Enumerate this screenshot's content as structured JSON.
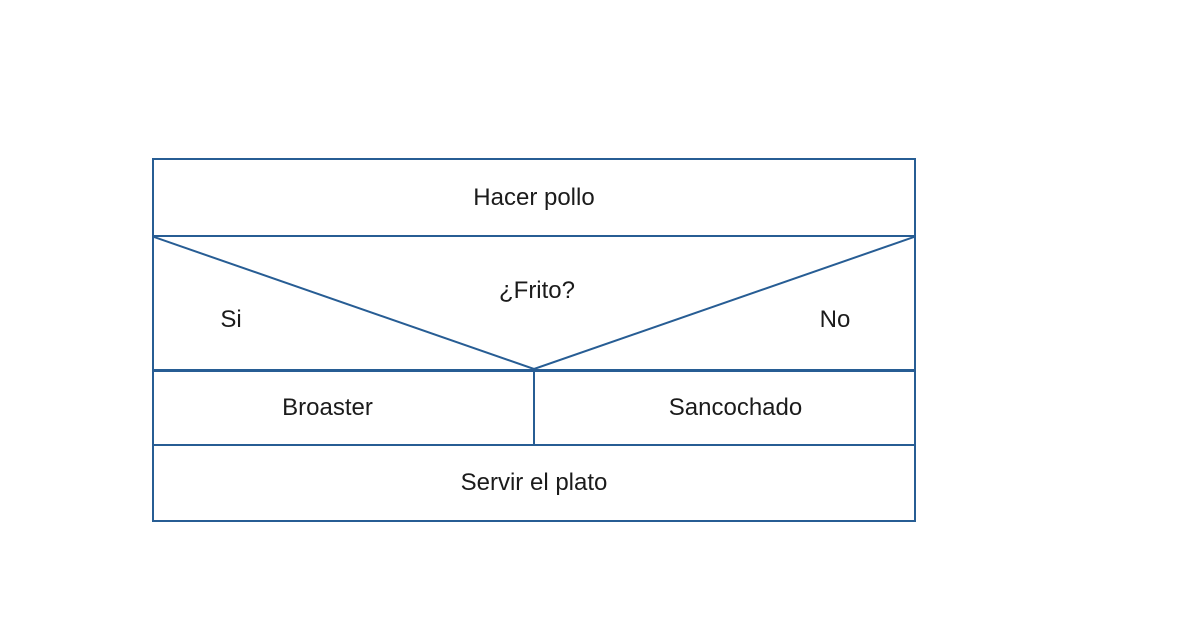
{
  "diagram": {
    "title": "Hacer pollo",
    "decision": {
      "question": "¿Frito?",
      "yes_label": "Si",
      "no_label": "No"
    },
    "branches": {
      "yes": "Broaster",
      "no": "Sancochado"
    },
    "final_step": "Servir el plato"
  },
  "colors": {
    "line": "#275d94",
    "text": "#1b1b1b",
    "background": "#ffffff"
  }
}
